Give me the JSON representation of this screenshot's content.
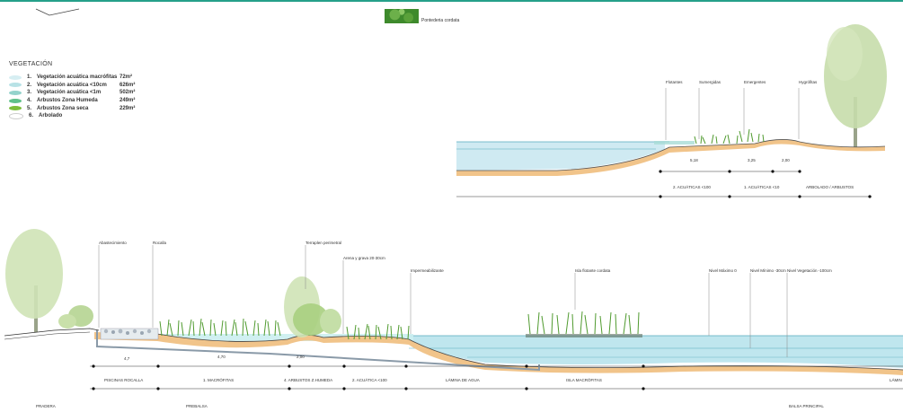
{
  "colors": {
    "water": "#bfe6ee",
    "water_line": "#55aabb",
    "ground": "#f1c48a",
    "liner": "#8a9aa8",
    "vegetation": "#4f9a2e",
    "tree": "#b9d79a",
    "accent_bar": "#25a08a"
  },
  "top_legend": {
    "label": "Pontederia cordata",
    "icon": "plant-photo-icon"
  },
  "legend": {
    "title": "VEGETACIÓN",
    "items": [
      {
        "num": "1.",
        "label": "Vegetación acuática macrófitas",
        "area": "72m²",
        "color": "#d6eef2"
      },
      {
        "num": "2.",
        "label": "Vegetación acuática <10cm",
        "area": "626m²",
        "color": "#b8e2e6"
      },
      {
        "num": "3.",
        "label": "Vegetación acuática <1m",
        "area": "502m²",
        "color": "#94d3cc"
      },
      {
        "num": "4.",
        "label": "Arbustos Zona Humeda",
        "area": "249m²",
        "color": "#5fc08a"
      },
      {
        "num": "5.",
        "label": "Arbustos Zona seca",
        "area": "229m²",
        "color": "#7cbd3a"
      },
      {
        "num": "6.",
        "label": "Arbolado",
        "area": "",
        "color": "#ffffff"
      }
    ]
  },
  "upper_section": {
    "labels": [
      "Flotantes",
      "Sumergidas",
      "Emergentes",
      "Hygrófitas"
    ],
    "dims": [
      "5,18",
      "3,25",
      "2,00"
    ],
    "zones": [
      "2. ACUÁTICAS <100",
      "1. ACUÁTICAS <10",
      "ARBOLADO / ARBUSTOS"
    ]
  },
  "lower_section": {
    "labels": [
      "Abastecimiento",
      "Rocalla",
      "Terraplen perimetral",
      "Arena y grava 20-30cm",
      "Impermeabilizante",
      "Isla flotante cordata",
      "Nivel Máximo 0",
      "Nivel Mínimo -30cm",
      "Nivel Vegetación -100cm"
    ],
    "dims": [
      "4,7",
      "4,70",
      "2,00"
    ],
    "zones": [
      "PISCINAS ROCALLA",
      "1. MACRÓFITAS",
      "4. ARBUSTOS Z.HUMEDA",
      "2. ACUÁTICA <100",
      "LÁMINA DE AGUA",
      "ISLA MACRÓFITAS",
      "LÁMIN"
    ],
    "areas": [
      "PRADERA",
      "PREBALSA",
      "BALSA PRINCIPAL"
    ]
  }
}
